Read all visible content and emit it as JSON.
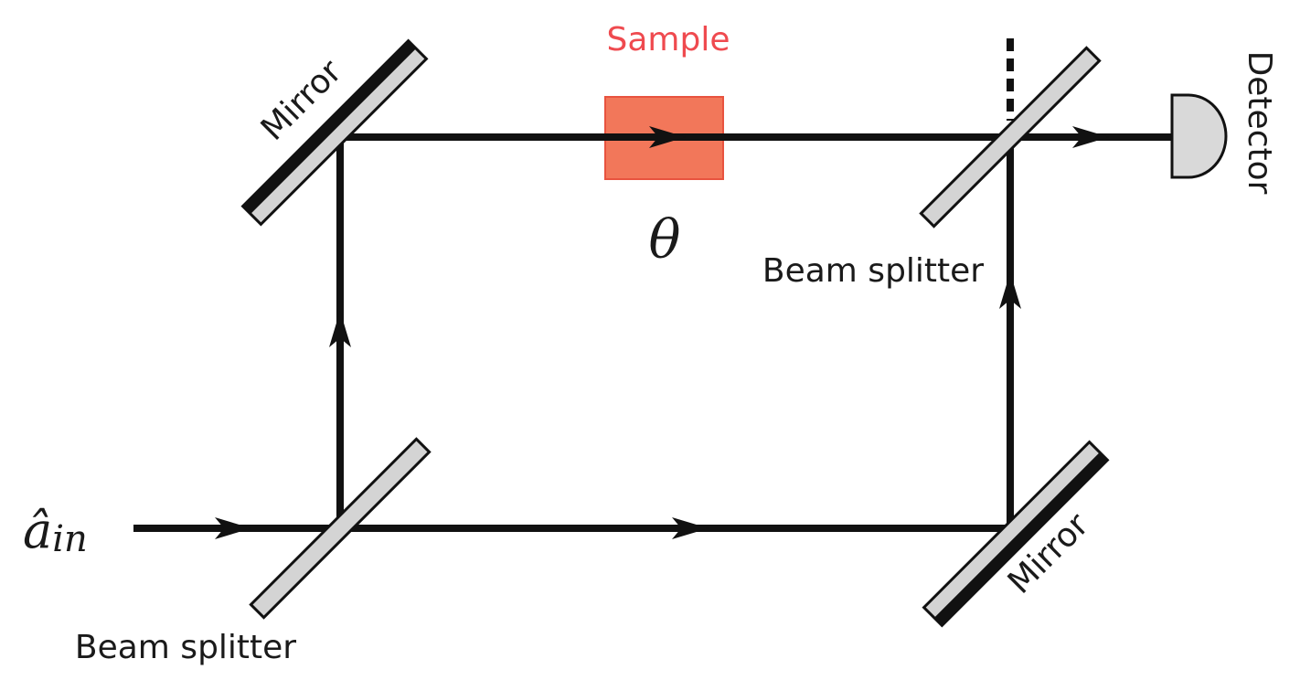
{
  "labels": {
    "sample": "Sample",
    "theta": "θ",
    "input_base": "â",
    "input_sub": "in",
    "mirror_top": "Mirror",
    "mirror_bottom": "Mirror",
    "beam_splitter_top": "Beam splitter",
    "beam_splitter_bottom": "Beam splitter",
    "detector": "Detector"
  },
  "colors": {
    "sample_text": "#ef4a4f",
    "sample_fill": "#f2775a",
    "sample_stroke": "#e8533f",
    "beam": "#111111",
    "optic_fill": "#d4d4d4",
    "mirror_back": "#111111",
    "detector_fill": "#d9d9d9"
  }
}
